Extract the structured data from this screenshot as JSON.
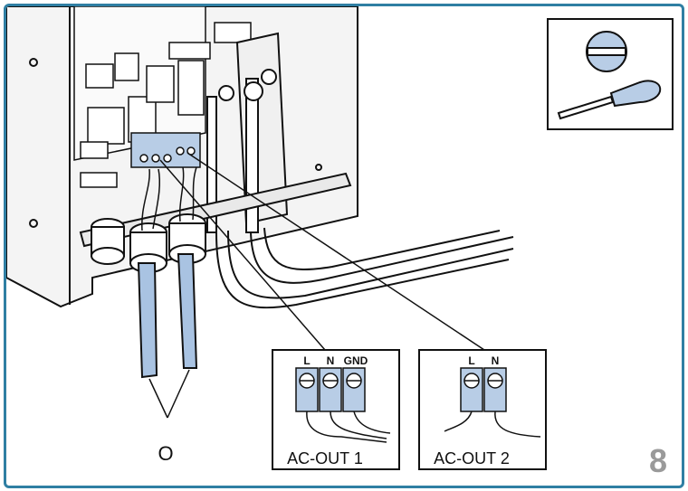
{
  "step_number": "8",
  "wire_label": "O",
  "ac_out_1": {
    "title": "AC-OUT 1",
    "terminals": [
      "L",
      "N",
      "GND"
    ]
  },
  "ac_out_2": {
    "title": "AC-OUT 2",
    "terminals": [
      "L",
      "N"
    ]
  },
  "tool_icon": "flat-screwdriver-icon",
  "colors": {
    "frame": "#2f7fa3",
    "terminal_blue": "#b8cde6",
    "cable_blue": "#a9c3e2"
  }
}
